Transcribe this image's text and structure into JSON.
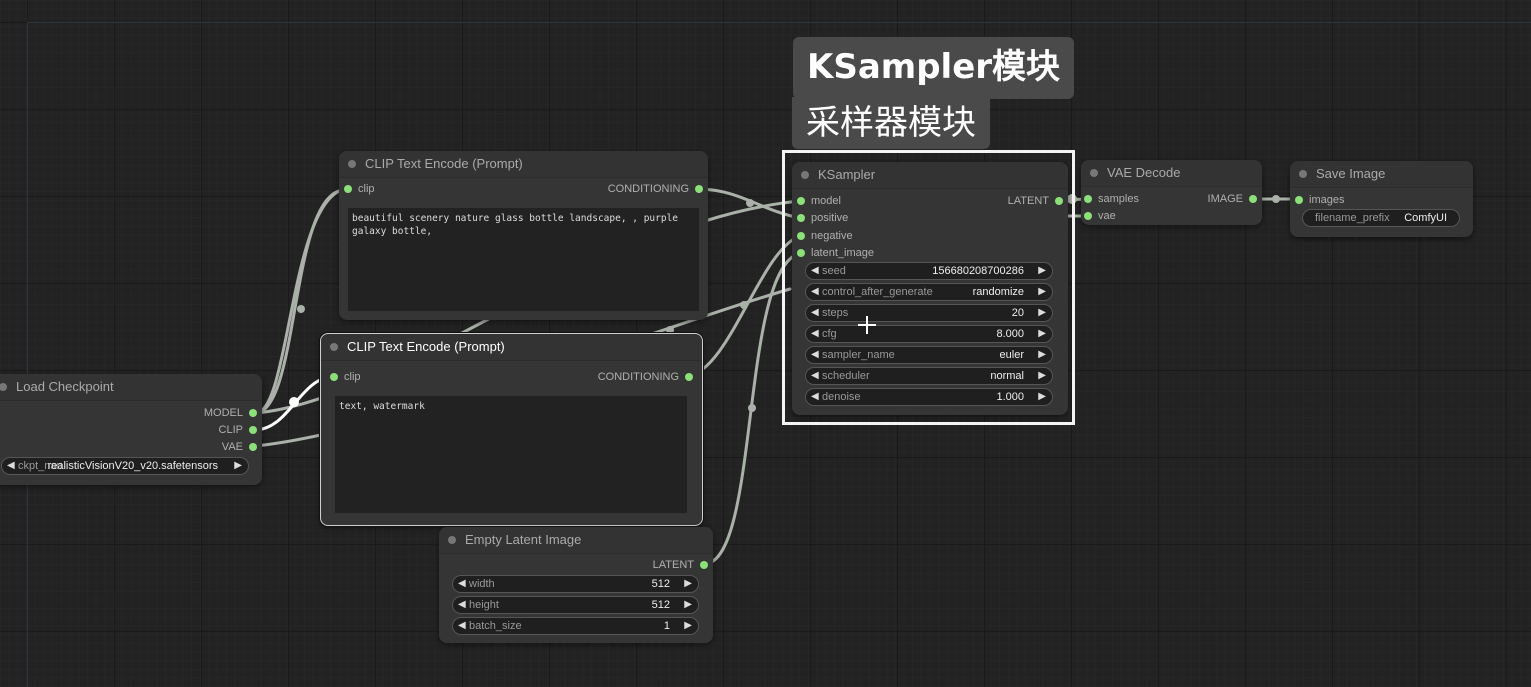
{
  "overlay": {
    "title_en": "KSampler模块",
    "title_zh": "采样器模块"
  },
  "nodes": {
    "clip_pos": {
      "title": "CLIP Text Encode (Prompt)",
      "input_clip": "clip",
      "output": "CONDITIONING",
      "text": "beautiful scenery nature glass bottle landscape, , purple galaxy bottle,"
    },
    "clip_neg": {
      "title": "CLIP Text Encode (Prompt)",
      "input_clip": "clip",
      "output": "CONDITIONING",
      "text": "text, watermark"
    },
    "load_checkpoint": {
      "title": "Load Checkpoint",
      "outputs": [
        "MODEL",
        "CLIP",
        "VAE"
      ],
      "widget_label": "ckpt_name",
      "widget_value": "realisticVisionV20_v20.safetensors"
    },
    "empty_latent": {
      "title": "Empty Latent Image",
      "output": "LATENT",
      "widgets": [
        {
          "label": "width",
          "value": "512"
        },
        {
          "label": "height",
          "value": "512"
        },
        {
          "label": "batch_size",
          "value": "1"
        }
      ]
    },
    "ksampler": {
      "title": "KSampler",
      "inputs": [
        "model",
        "positive",
        "negative",
        "latent_image"
      ],
      "output": "LATENT",
      "widgets": [
        {
          "label": "seed",
          "value": "156680208700286"
        },
        {
          "label": "control_after_generate",
          "value": "randomize"
        },
        {
          "label": "steps",
          "value": "20"
        },
        {
          "label": "cfg",
          "value": "8.000"
        },
        {
          "label": "sampler_name",
          "value": "euler"
        },
        {
          "label": "scheduler",
          "value": "normal"
        },
        {
          "label": "denoise",
          "value": "1.000"
        }
      ]
    },
    "vae_decode": {
      "title": "VAE Decode",
      "inputs": [
        "samples",
        "vae"
      ],
      "output": "IMAGE"
    },
    "save_image": {
      "title": "Save Image",
      "input": "images",
      "widget_label": "filename_prefix",
      "widget_value": "ComfyUI"
    }
  },
  "icons": {
    "arrow_left": "◀",
    "arrow_right": "▶"
  },
  "colors": {
    "slot_dot": "#8be07a",
    "link": "#a9b1a8",
    "selected_link": "#ffffff",
    "background": "#222222"
  }
}
